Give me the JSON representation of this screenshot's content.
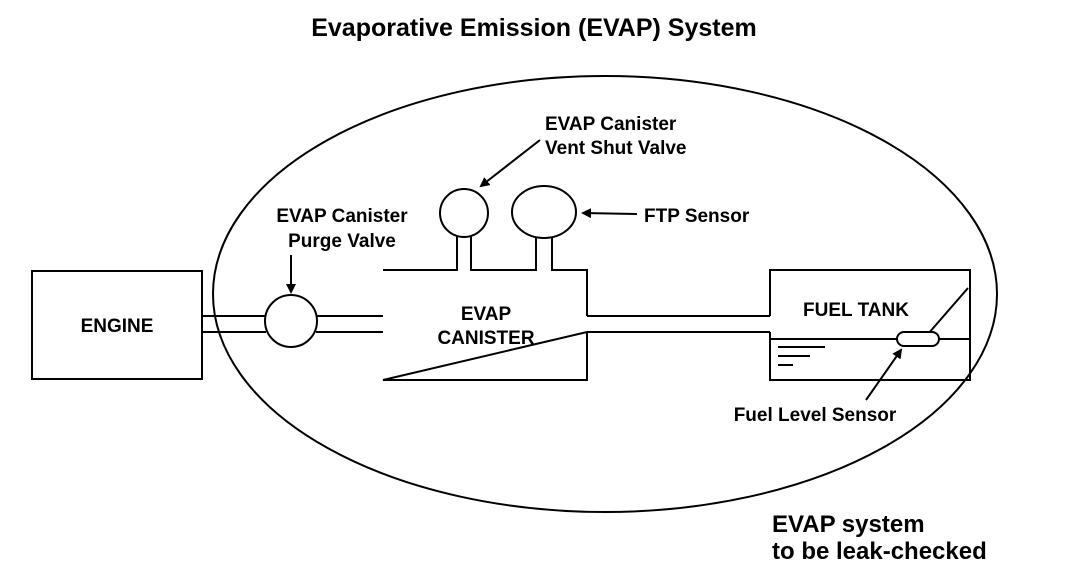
{
  "title": "Evaporative Emission (EVAP) System",
  "components": {
    "engine": "ENGINE",
    "canister": [
      "EVAP",
      "CANISTER"
    ],
    "fuel_tank": "FUEL TANK"
  },
  "labels": {
    "purge_valve": [
      "EVAP Canister",
      "Purge Valve"
    ],
    "vent_shut_valve": [
      "EVAP Canister",
      "Vent Shut Valve"
    ],
    "ftp_sensor": "FTP Sensor",
    "fuel_level_sensor": "Fuel Level Sensor",
    "leak_check": [
      "EVAP system",
      "to be leak-checked"
    ]
  }
}
